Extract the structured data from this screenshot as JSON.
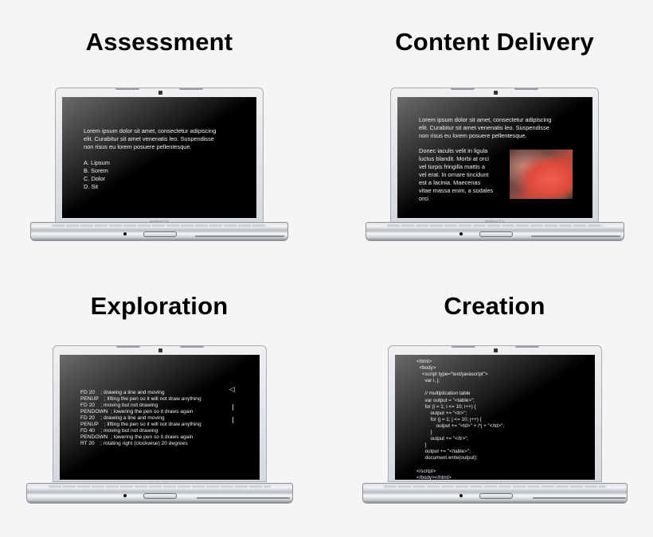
{
  "panels": [
    {
      "title": "Assessment",
      "screen": {
        "paragraph": "Lorem ipsum dolor sit amet, consectetur adipiscing\nelit. Curabitur sit amet venenatis leo. Suspendisse\nnon risus eu lorem posuere pellentesque.",
        "options": [
          "A. Lipsum",
          "B. Sorem",
          "C. Dolor",
          "D. Sit"
        ]
      }
    },
    {
      "title": "Content Delivery",
      "screen": {
        "paragraph": "Lorem ipsum dolor sit amet, consectetur adipiscing\nelit. Curabitur sit amet venenatis leo. Suspendisse\nnon risus eu lorem posuere pellentesque.",
        "side_text": "Donec iaculis velit in ligula\nluctus blandit. Morbi at orci\nvel turpis fringilla mattis a\nvel erat. In ornare tincidunt\nest a lacinia. Maecenas\nvitae massa enim, a sodales\norci.",
        "image": "sea-anemone-photo"
      }
    },
    {
      "title": "Exploration",
      "screen": {
        "logo_lines": [
          "FD 20    ; drawing a line and moving",
          "PENUP    ; lifting the pen so it will not draw anything",
          "FD 20    ; moving but not drawing",
          "PENDOWN  ; lowering the pen so it draws again",
          "FD 20    ; drawing a line and moving",
          "PENUP    ; lifting the pen so it will not draw anything",
          "FD 40    ; moving but not drawing",
          "PENDOWN  ; lowering the pen so it draws again",
          "RT 20    ; rotating right (clockwise) 20 degrees"
        ],
        "turtle_icon": "turtle-arrow-icon"
      }
    },
    {
      "title": "Creation",
      "screen": {
        "code": "<html>\n  <body>\n    <script type=\"text/javascript\">\n      var i, j;\n\n      // multiplication table\n      var output = \"<table>\";\n      for (i = 1; i <= 10; i++) {\n          output += \"<tr>\";\n          for (j = 1; j <= 10; j++) {\n              output += \"<td>\" + i*j + \"</td>\";\n          }\n          output += \"</tr>\";\n      }\n      output += \"</table>\";\n      document.write(output);\n\n</script>\n</body></html>"
      }
    }
  ],
  "laptop_brand": "MacBook Pro",
  "colors": {
    "background": "#f5f5f5",
    "screen": "#000000",
    "title": "#000000"
  }
}
